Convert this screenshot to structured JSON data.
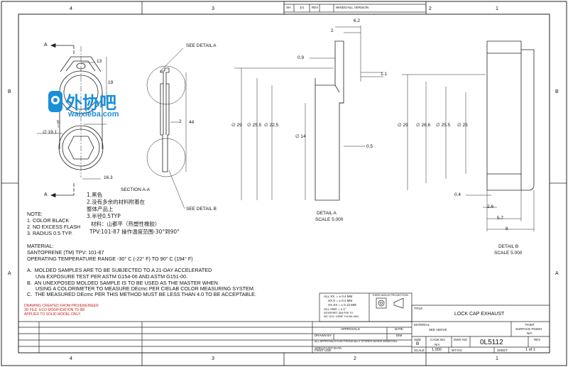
{
  "zones": {
    "top": [
      "4",
      "3",
      "2",
      "1"
    ],
    "bottom": [
      "4",
      "3",
      "2",
      "1"
    ],
    "left": [
      "B",
      "A"
    ],
    "right": [
      "B",
      "A"
    ]
  },
  "revision_block": {
    "sh_label": "SH",
    "sh_value": "1/1",
    "rev_label": "REV",
    "rev_text": "WINDCHILL VERSION"
  },
  "watermark": {
    "brand": "外协吧",
    "url": "waixieba.com"
  },
  "section_view": {
    "section_arrow_label_top": "A",
    "section_arrow_label_bottom": "A",
    "dims": {
      "d13": "13",
      "d19": "19",
      "d5": "5",
      "d19_1": "∅ 19.1",
      "d16_3": "16.3"
    }
  },
  "side_view": {
    "see_detail_a": "SEE DETAIL  A",
    "see_detail_b": "SEE DETAIL  B",
    "section_label": "SECTION  A-A",
    "d2": "2",
    "d44": "44"
  },
  "detail_a": {
    "dims": {
      "d6_2": "6.2",
      "d2": "2",
      "d0_9": "0.9",
      "d1_1": "1.1",
      "d29": "∅ 29",
      "d25_5": "∅ 25.5",
      "d22_5": "∅ 22.5",
      "d14": "∅ 14",
      "d0_5": "0.5"
    },
    "title": "DETAIL  A",
    "scale": "SCALE  5.000"
  },
  "detail_b": {
    "dims": {
      "d29": "∅ 29",
      "d26_6": "∅ 26.6",
      "d25_5": "∅ 25.5",
      "d25": "∅ 25",
      "d0_4": "0.4",
      "d2_6": "2.6",
      "d5_7": "5.7",
      "d8": "8"
    },
    "title": "DETAIL  B",
    "scale": "SCALE  5.000"
  },
  "chinese_notes": [
    "1.黑色",
    "2.没有多余的材料附着在",
    "整体产品上",
    "3.半径0.5TYP",
    "材料：山都平（热塑性橡胶）",
    "TPV:101-87 操作温度范围-30°到90°"
  ],
  "notes": {
    "heading": "NOTE:",
    "items": [
      "1. COLOR BLACK",
      "2. NO EXCESS FLASH",
      "3. RADIUS 0.5 TYP."
    ]
  },
  "material": {
    "heading": "MATERIAL:",
    "line1": "SANTOPRENE (TM) TPV: 101-87",
    "line2": "OPERATING TEMPERATURE RANGE -30° C (-22° F) TO 90° C (194° F)"
  },
  "spec_notes": [
    "A.  MOLDED SAMPLES ARE TO BE SUBJECTED TO A 21-DAY ACCELERATED",
    "      UVa EXPOSURE TEST PER ASTM G154-06 AND ASTM G151-00.",
    "B.  AN UNEXPOSED MOLDED SAMPLE IS TO BE USED AS THE MASTER WHEN",
    "      USING A COLORIMETER TO MEASURE DEcmc PER CIELAB COLOR MEASURING SYSTEM.",
    "C.  THE MEASURED DEcmc PER THIS METHOD MUST BE LESS THAN 4.0 TO BE ACCEPTABLE."
  ],
  "warning": [
    "DRAWING CREATED FROM PRO/ENGINEER",
    "3D FILE. ECO MODIFICATION TO BE",
    "APPLIED TO SOLID MODEL ONLY."
  ],
  "tolerance": {
    "lines": [
      "ALL XX.  = ± 0.4 MM",
      "XX.X  = ± 0.4 MM",
      "XX.XX  = ± 0.13 MM",
      "ALL ANG  = ± 1°",
      "INTERPRET DIM PER TO",
      "ISO 1101 / ASME Y14.5M-1994"
    ],
    "projection": "THIRD ANGLE PROJECTION"
  },
  "approvals": {
    "heading": "APPROVALS",
    "date": "DATE",
    "drawn_by": "DRAWN BY",
    "drawn_value": "",
    "drawn_date": "",
    "dim": "DIM",
    "row2": "ALL APPROVALS ELECTRONICALLY STORED INSIDE WINDCHILL",
    "spec_doc": "SPEC/CUST DATA",
    "first_use": "FIRST USE"
  },
  "title_block": {
    "title_label": "TITLE",
    "title": "LOCK CAP EXHAUST",
    "material_label": "MATERIAL",
    "material": "SEE ABOVE",
    "paint_label": "PAINT",
    "paint": "SURFACE FINISH",
    "paint_value": "N/A",
    "size_label": "SIZE",
    "size": "B",
    "cage_label": "CAGE NO",
    "cage": "N/A",
    "dwg_label": "DWG NO",
    "dwg": "0L5112",
    "rev_label": "REV",
    "rev": "",
    "scale_label": "SCALE",
    "scale": "1.000",
    "wt_label": "WT-KG",
    "wt": "",
    "sheet_label": "SHEET",
    "sheet": "1 of 1"
  }
}
